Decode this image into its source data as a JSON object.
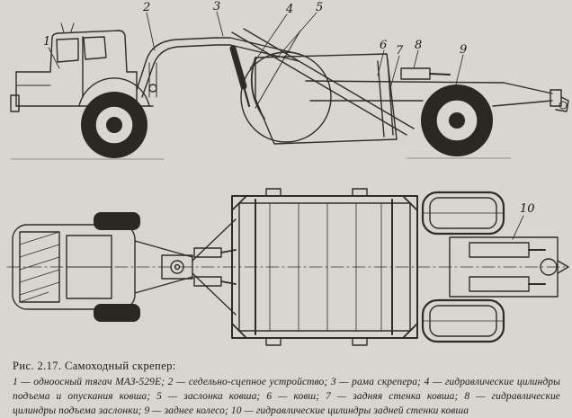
{
  "figure": {
    "caption_title": "Рис. 2.17. Самоходный скрепер:",
    "legend_lines": [
      "1 — одноосный тягач МАЗ-529Е; 2 — седельно-сцепное устройство; 3 — рама скрепера; 4 — гидравлические цилиндры",
      "подъема и опускания ковша; 5 — заслонка ковша; 6 — ковш; 7 — задняя стенка ковша; 8 — гидравлические",
      "цилиндры подъема заслонки; 9 — заднее колесо; 10 — гидравлические цилиндры задней стенки ковша"
    ],
    "callouts": [
      "1",
      "2",
      "3",
      "4",
      "5",
      "6",
      "7",
      "8",
      "9",
      "10"
    ]
  }
}
